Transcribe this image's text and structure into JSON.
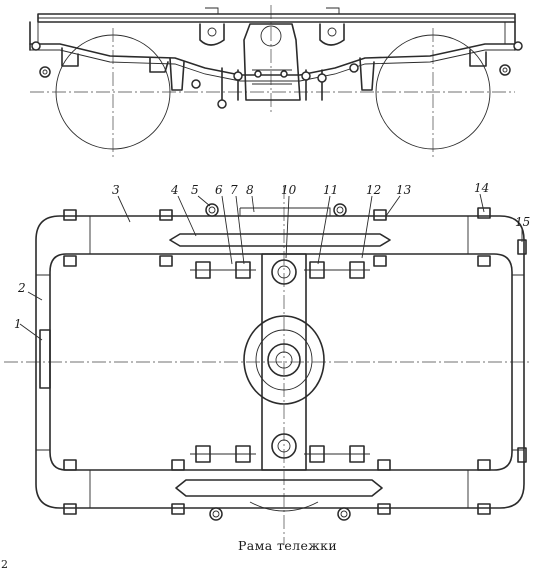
{
  "caption": "Рама тележки",
  "page_mark": "2",
  "part_numbers": [
    {
      "id": "p1",
      "label": "1"
    },
    {
      "id": "p2",
      "label": "2"
    },
    {
      "id": "p3",
      "label": "3"
    },
    {
      "id": "p4",
      "label": "4"
    },
    {
      "id": "p5",
      "label": "5"
    },
    {
      "id": "p6",
      "label": "6"
    },
    {
      "id": "p7",
      "label": "7"
    },
    {
      "id": "p8",
      "label": "8"
    },
    {
      "id": "p10",
      "label": "10"
    },
    {
      "id": "p11",
      "label": "11"
    },
    {
      "id": "p12",
      "label": "12"
    },
    {
      "id": "p13",
      "label": "13"
    },
    {
      "id": "p14",
      "label": "14"
    },
    {
      "id": "p15",
      "label": "15"
    }
  ]
}
